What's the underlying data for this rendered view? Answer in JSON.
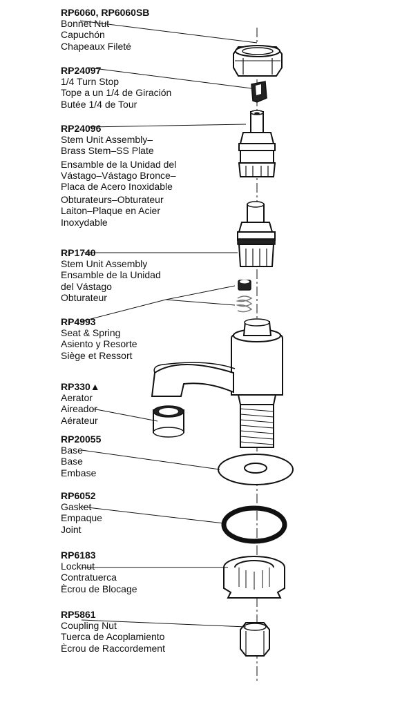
{
  "parts": [
    {
      "code": "RP6060, RP6060SB",
      "lines": [
        "Bonnet Nut",
        "Capuchón",
        "Chapeaux Fileté"
      ]
    },
    {
      "code": "RP24097",
      "lines": [
        "1/4 Turn Stop",
        "Tope a un 1/4 de Giración",
        "Butée 1/4 de Tour"
      ]
    },
    {
      "code": "RP24096",
      "lines": [
        "Stem Unit Assembly–",
        "Brass Stem–SS Plate",
        "Ensamble de la Unidad del",
        "Vástago–Vástago Bronce–",
        "Placa de Acero Inoxidable",
        "Obturateurs–Obturateur",
        "Laiton–Plaque en Acier",
        "Inoxydable"
      ]
    },
    {
      "code": "RP1740",
      "lines": [
        "Stem Unit Assembly",
        "Ensamble de la Unidad",
        "del Vástago",
        "Obturateur"
      ]
    },
    {
      "code": "RP4993",
      "lines": [
        "Seat & Spring",
        "Asiento y Resorte",
        "Siège et Ressort"
      ]
    },
    {
      "code": "RP330▲",
      "lines": [
        "Aerator",
        "Aireador",
        "Aérateur"
      ]
    },
    {
      "code": "RP20055",
      "lines": [
        "Base",
        "Base",
        "Embase"
      ]
    },
    {
      "code": "RP6052",
      "lines": [
        "Gasket",
        "Empaque",
        "Joint"
      ]
    },
    {
      "code": "RP6183",
      "lines": [
        "Locknut",
        "Contratuerca",
        "Ècrou de Blocage"
      ]
    },
    {
      "code": "RP5861",
      "lines": [
        "Coupling Nut",
        "Tuerca de Acoplamiento",
        "Ècrou de Raccordement"
      ]
    }
  ],
  "colors": {
    "ink": "#111111",
    "background": "#ffffff",
    "shade": "#dcdcdc"
  }
}
